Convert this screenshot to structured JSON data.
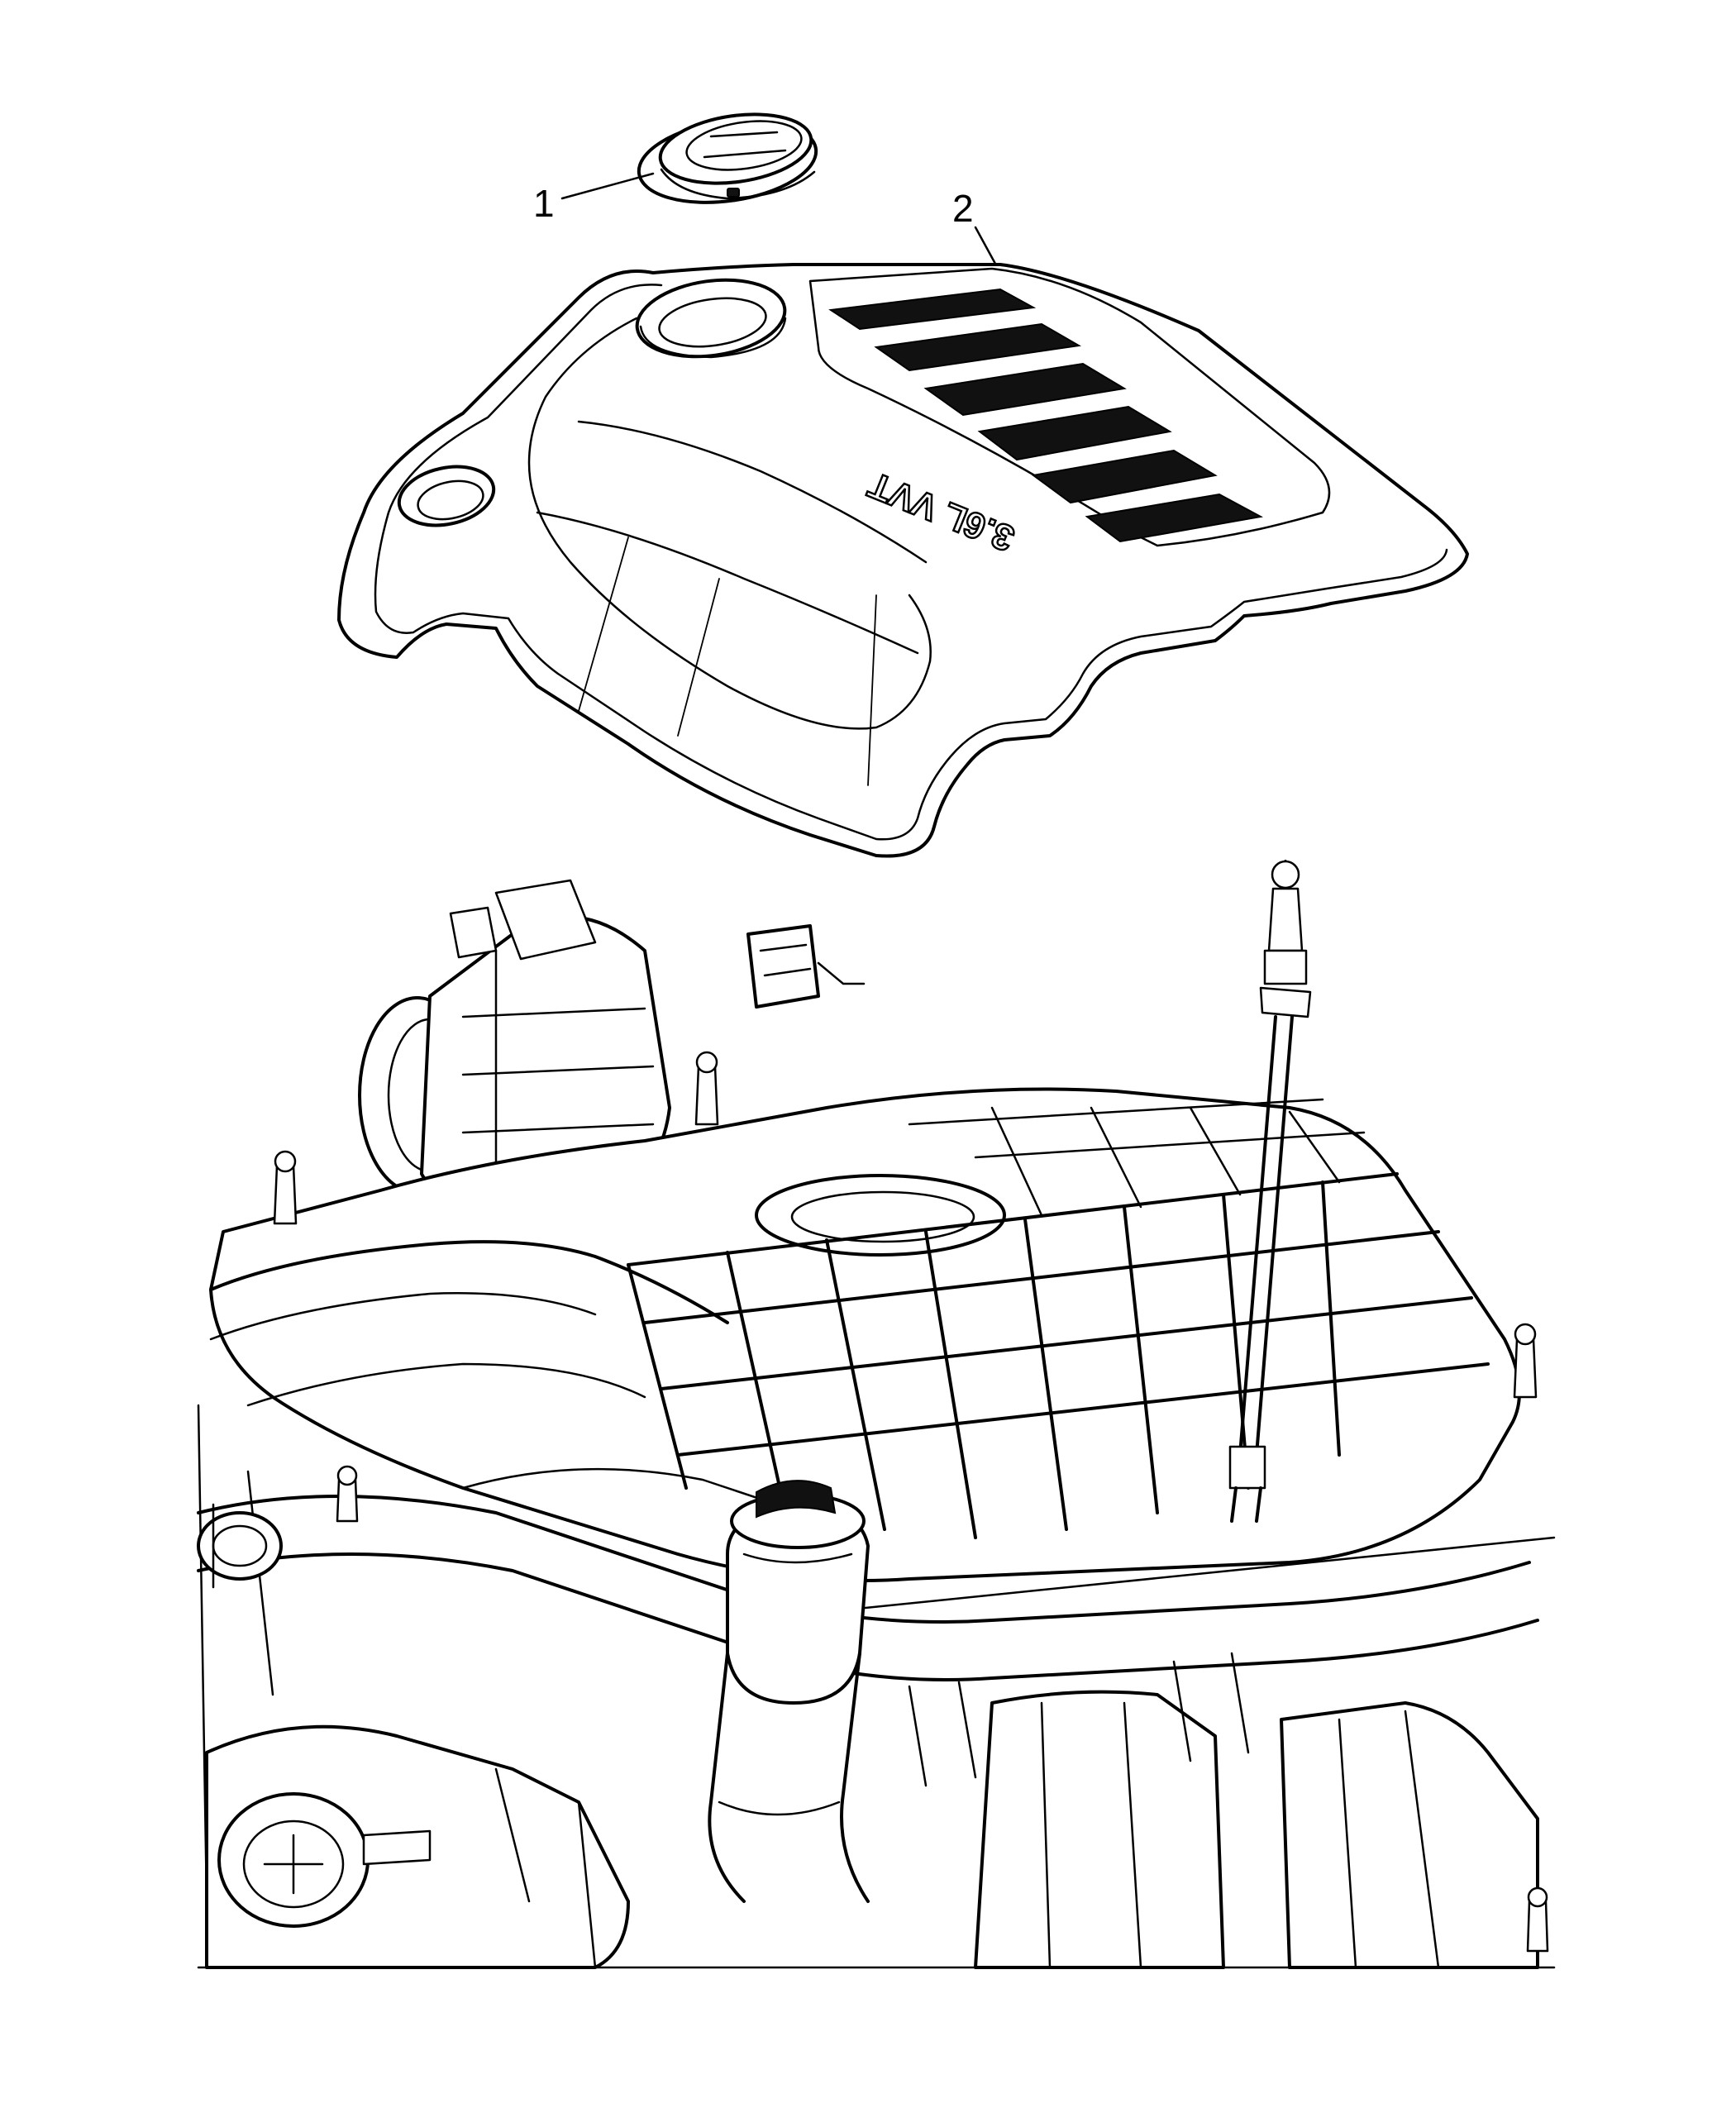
{
  "callouts": [
    {
      "id": "1",
      "label": "1"
    },
    {
      "id": "2",
      "label": "2"
    }
  ],
  "cover_badge": "3.6L VVT",
  "colors": {
    "line": "#000000",
    "background": "#ffffff"
  }
}
